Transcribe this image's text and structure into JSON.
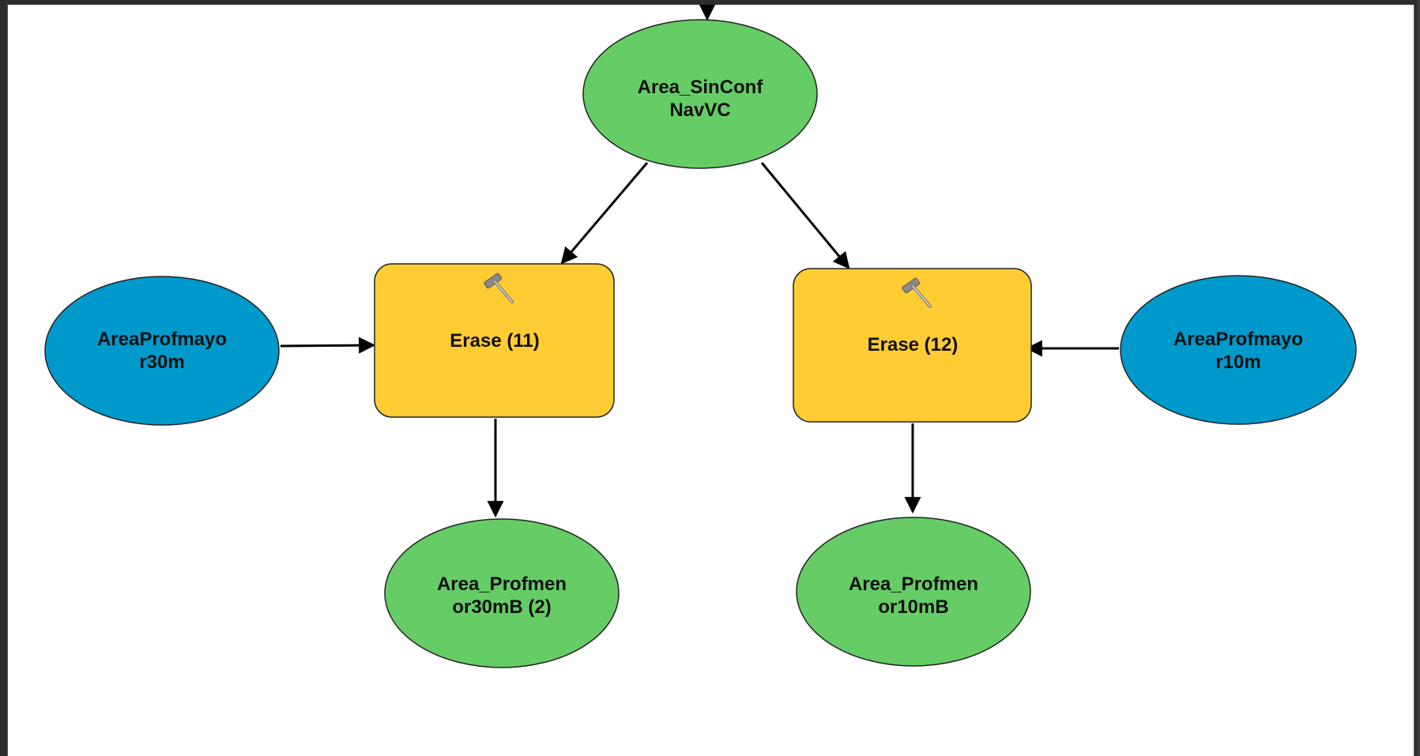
{
  "colors": {
    "variable_green": "#66cc66",
    "input_blue": "#0099cc",
    "tool_yellow": "#ffcc33",
    "connector": "#000000",
    "canvas_bg": "#ffffff",
    "frame": "#2d2d2d"
  },
  "nodes": {
    "area_sinconf": {
      "line1": "Area_SinConf",
      "line2": "NavVC",
      "kind": "derived-data"
    },
    "erase_11": {
      "label": "Erase (11)",
      "kind": "tool",
      "icon": "hammer-icon"
    },
    "erase_12": {
      "label": "Erase (12)",
      "kind": "tool",
      "icon": "hammer-icon"
    },
    "input_30m": {
      "line1": "AreaProfmayo",
      "line2": "r30m",
      "kind": "input-data"
    },
    "input_10m": {
      "line1": "AreaProfmayo",
      "line2": "r10m",
      "kind": "input-data"
    },
    "output_30m": {
      "line1": "Area_Profmen",
      "line2": "or30mB (2)",
      "kind": "derived-data"
    },
    "output_10m": {
      "line1": "Area_Profmen",
      "line2": "or10mB",
      "kind": "derived-data"
    }
  },
  "connections": [
    {
      "from": "above",
      "to": "area_sinconf"
    },
    {
      "from": "area_sinconf",
      "to": "erase_11"
    },
    {
      "from": "area_sinconf",
      "to": "erase_12"
    },
    {
      "from": "input_30m",
      "to": "erase_11"
    },
    {
      "from": "input_10m",
      "to": "erase_12"
    },
    {
      "from": "erase_11",
      "to": "output_30m"
    },
    {
      "from": "erase_12",
      "to": "output_10m"
    }
  ]
}
